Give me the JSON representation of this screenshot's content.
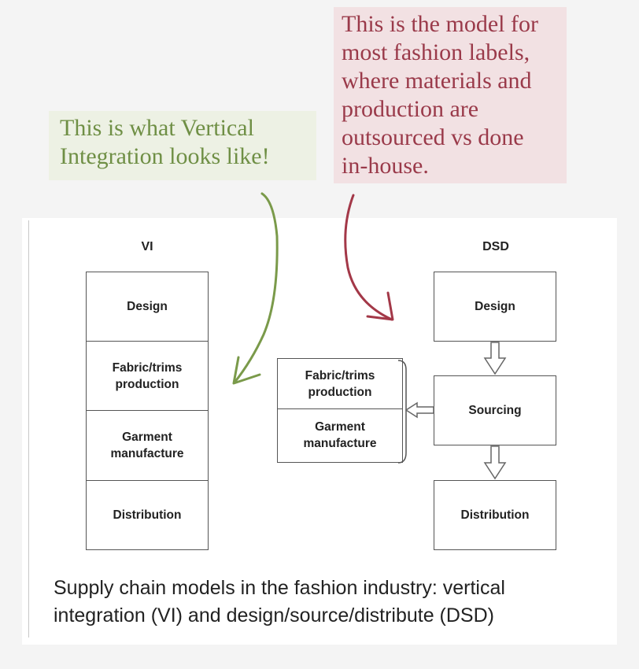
{
  "notes": {
    "green": "This is what Vertical\nIntegration looks like!",
    "red": "This is the model for\nmost fashion labels,\nwhere materials and\nproduction are\noutsourced vs done\nin-house."
  },
  "diagram": {
    "vi": {
      "title": "VI",
      "stages": [
        "Design",
        "Fabric/trims\nproduction",
        "Garment\nmanufacture",
        "Distribution"
      ]
    },
    "dsd": {
      "title": "DSD",
      "design": "Design",
      "sourcing": "Sourcing",
      "distribution": "Distribution",
      "outsourced": [
        "Fabric/trims\nproduction",
        "Garment\nmanufacture"
      ]
    }
  },
  "caption": "Supply chain models in the fashion industry: vertical\nintegration (VI) and design/source/distribute (DSD)",
  "colors": {
    "green_note_bg": "#edf1e4",
    "green_text": "#6f8f45",
    "red_note_bg": "#f2e1e3",
    "red_text": "#9a3a4a"
  }
}
